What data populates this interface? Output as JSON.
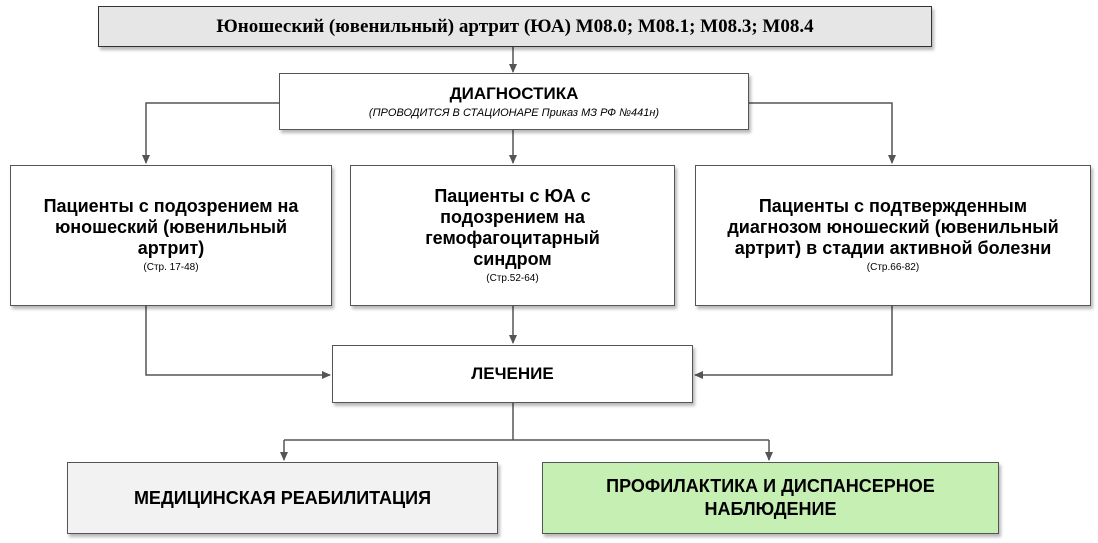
{
  "diagram": {
    "title": "Юношеский (ювенильный) артрит (ЮА) М08.0; М08.1; М08.3; М08.4",
    "diagnostics": {
      "title": "ДИАГНОСТИКА",
      "subtitle": "(ПРОВОДИТСЯ В СТАЦИОНАРЕ Приказ МЗ РФ №441н)"
    },
    "patient_groups": [
      {
        "label": "Пациенты с подозрением на юношеский (ювенильный артрит)",
        "pages": "(Стр. 17-48)"
      },
      {
        "label": "Пациенты с ЮА с подозрением на гемофагоцитарный синдром",
        "pages": "(Стр.52-64)"
      },
      {
        "label": "Пациенты с подтвержденным диагнозом юношеский (ювенильный артрит) в стадии активной болезни",
        "pages": "(Стр.66-82)"
      }
    ],
    "treatment": "ЛЕЧЕНИЕ",
    "outcomes": [
      {
        "label": "МЕДИЦИНСКАЯ РЕАБИЛИТАЦИЯ",
        "fill": "#f2f2f2"
      },
      {
        "label": "ПРОФИЛАКТИКА И ДИСПАНСЕРНОЕ НАБЛЮДЕНИЕ",
        "fill": "#c6efb4"
      }
    ],
    "colors": {
      "title_fill": "#e6e6e6",
      "connector": "#555555",
      "box_border": "#555555"
    }
  }
}
